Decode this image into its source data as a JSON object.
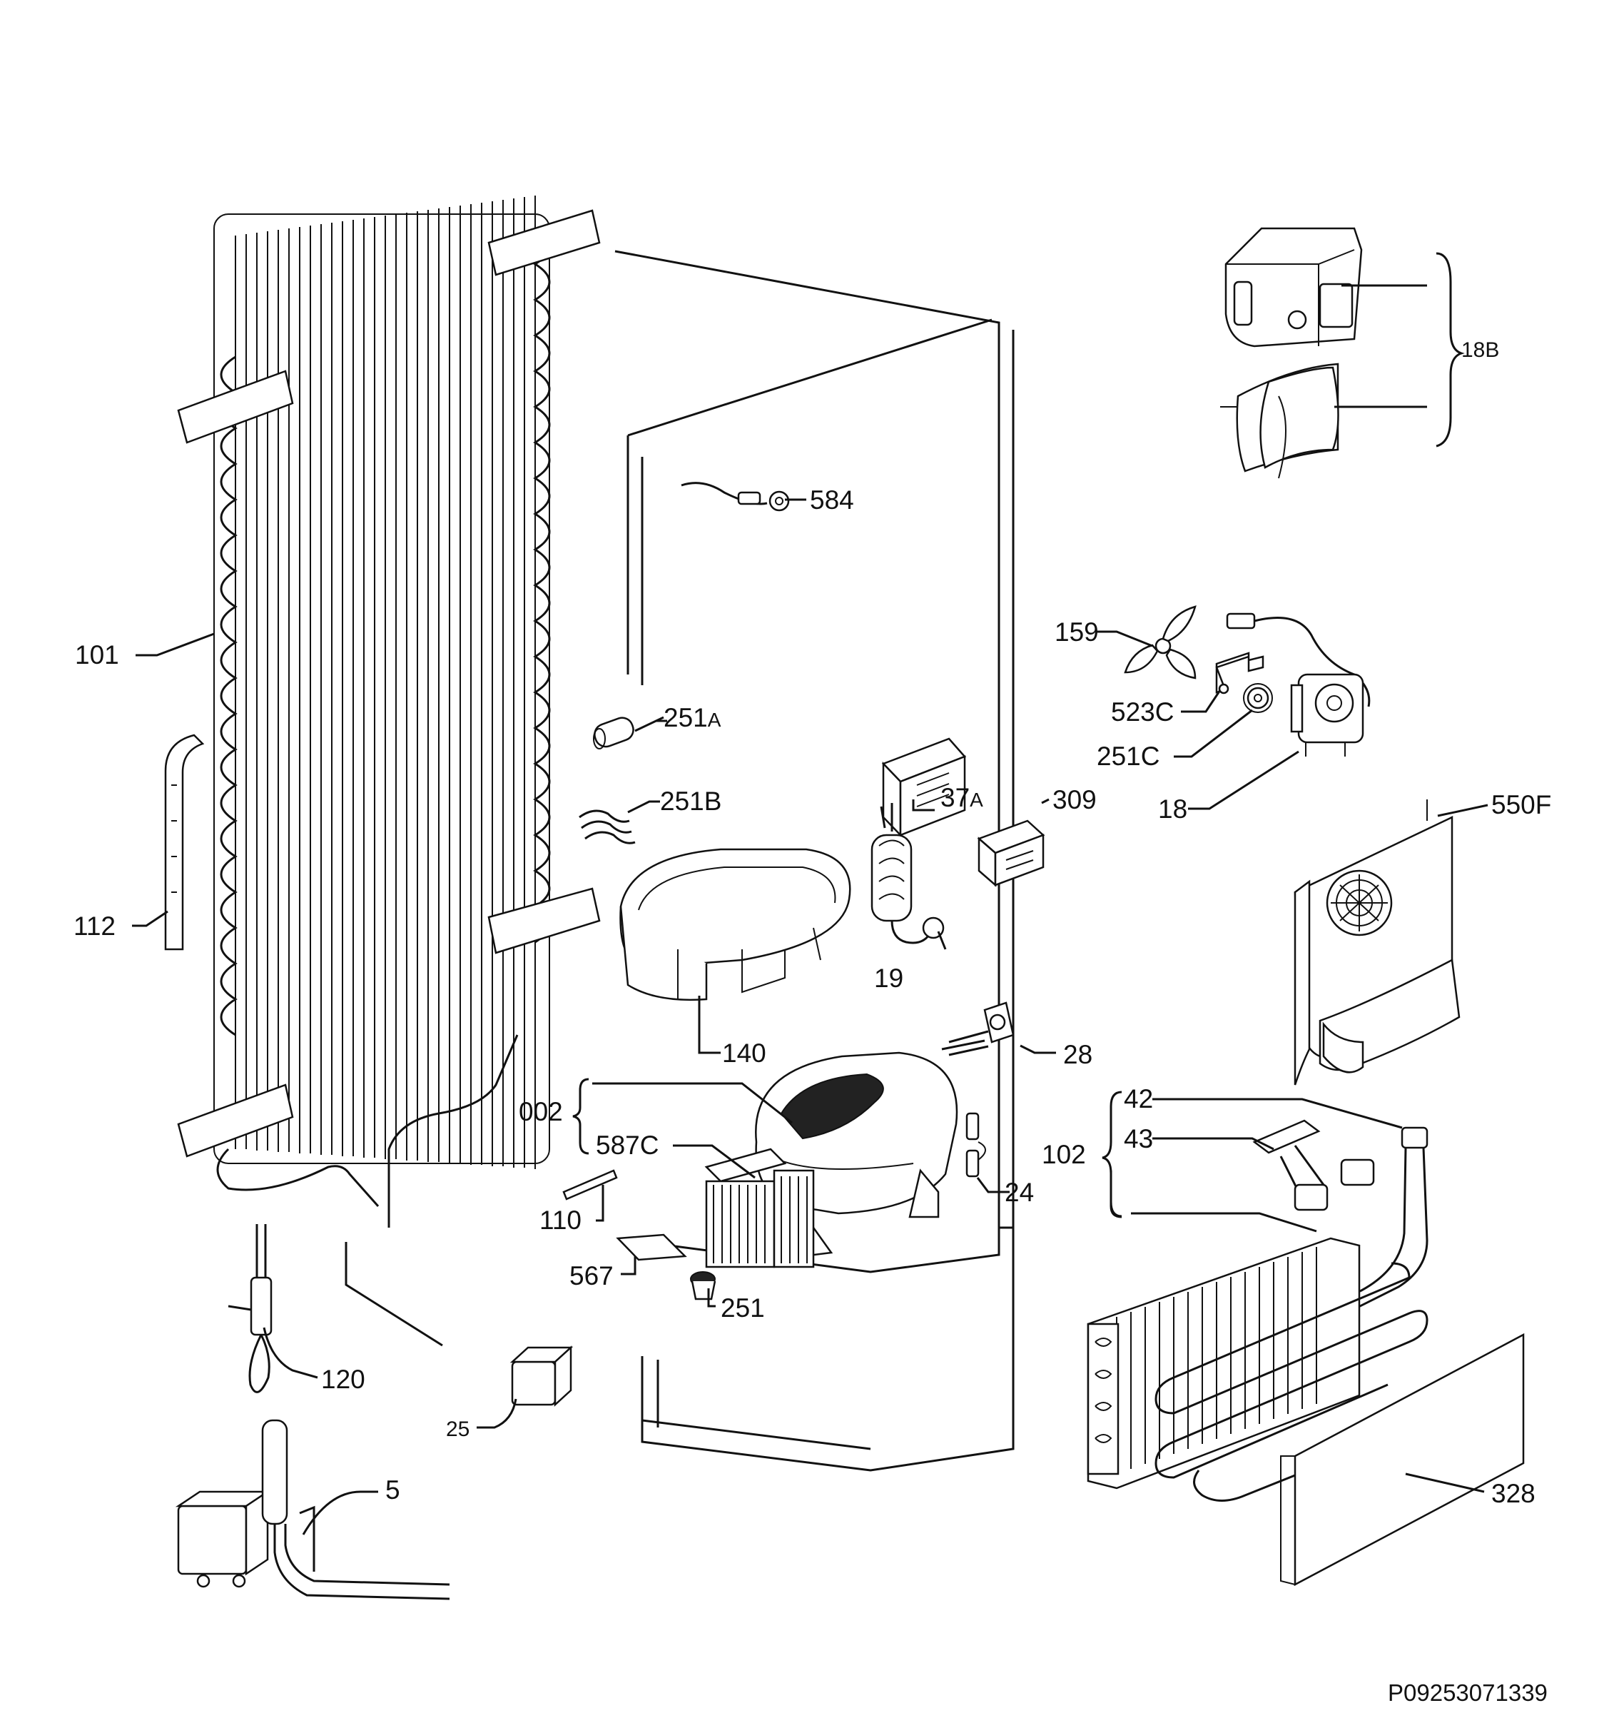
{
  "diagram": {
    "code": "P09253071339",
    "labels": {
      "l101": "101",
      "l112": "112",
      "l120": "120",
      "l5": "5",
      "l25": "25",
      "l584": "584",
      "l251A_num": "251",
      "l251A_suf": "A",
      "l251B": "251B",
      "l140": "140",
      "l002": "002",
      "l587C": "587C",
      "l110": "110",
      "l567": "567",
      "l251": "251",
      "l37A_num": "37",
      "l37A_suf": "A",
      "l19": "19",
      "l309": "309",
      "l28": "28",
      "l24": "24",
      "l159": "159",
      "l523C": "523C",
      "l251C": "251C",
      "l18": "18",
      "l18B": "18B",
      "l550F": "550F",
      "l102": "102",
      "l42": "42",
      "l43": "43",
      "l328": "328"
    }
  }
}
